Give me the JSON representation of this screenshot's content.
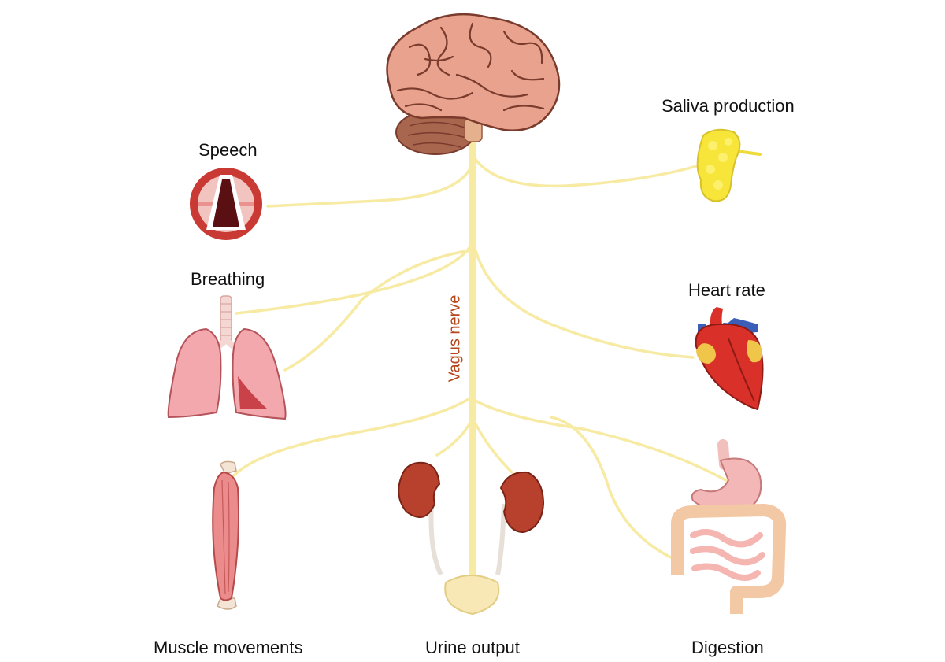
{
  "diagram": {
    "center_label": "Vagus nerve",
    "functions": {
      "speech": "Speech",
      "saliva": "Saliva production",
      "breathing": "Breathing",
      "heart": "Heart rate",
      "muscle": "Muscle movements",
      "urine": "Urine output",
      "digestion": "Digestion"
    },
    "colors": {
      "nerve": "#f7eaa3",
      "nerve_outline": "#eddc86",
      "label_accent": "#b5471c",
      "brain": "#e8a28e",
      "lungs": "#f2a8ad",
      "heart": "#d9302a",
      "kidneys": "#b8412e",
      "salivary_gland": "#f7e53a"
    }
  }
}
